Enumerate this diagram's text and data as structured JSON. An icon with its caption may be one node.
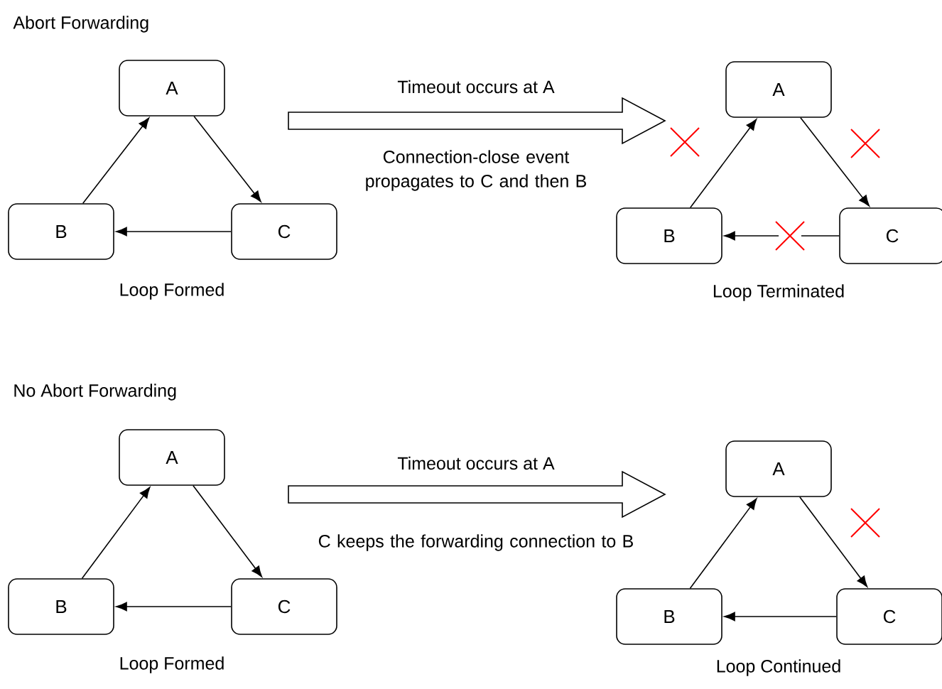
{
  "diagram": {
    "nodes": [
      {
        "text": [
          "A"
        ]
      },
      {
        "text": [
          "B"
        ]
      },
      {
        "text": [
          "C"
        ]
      },
      {
        "text": [
          "A"
        ]
      },
      {
        "text": [
          "B"
        ]
      },
      {
        "text": [
          "C"
        ]
      },
      {
        "text": [
          "A"
        ]
      },
      {
        "text": [
          "B"
        ]
      },
      {
        "text": [
          "C"
        ]
      },
      {
        "text": [
          "A"
        ]
      },
      {
        "text": [
          "B"
        ]
      },
      {
        "text": [
          "C"
        ]
      }
    ],
    "edges": [
      {
        "from": 1,
        "to": 0,
        "arrow": "to"
      },
      {
        "from": 0,
        "to": 2,
        "arrow": "to"
      },
      {
        "from": 2,
        "to": 1,
        "arrow": "to"
      },
      {
        "from": 4,
        "to": 3,
        "arrow": "to"
      },
      {
        "from": 3,
        "to": 5,
        "arrow": "to"
      },
      {
        "from": 5,
        "to": 4,
        "arrow": "to"
      },
      {
        "from": 7,
        "to": 6,
        "arrow": "to"
      },
      {
        "from": 6,
        "to": 8,
        "arrow": "to"
      },
      {
        "from": 8,
        "to": 7,
        "arrow": "to"
      },
      {
        "from": 10,
        "to": 9,
        "arrow": "to"
      },
      {
        "from": 9,
        "to": 11,
        "arrow": "to"
      },
      {
        "from": 11,
        "to": 10,
        "arrow": "to"
      }
    ],
    "labels": [
      "Abort Forwarding",
      "Timeout occurs at A",
      "Connection-close event propagates to C and then B",
      "Loop Formed",
      "Loop Terminated",
      "No Abort Forwarding",
      "Timeout occurs at A",
      "C keeps the forwarding connection to B",
      "Loop Formed",
      "Loop Continued"
    ]
  }
}
